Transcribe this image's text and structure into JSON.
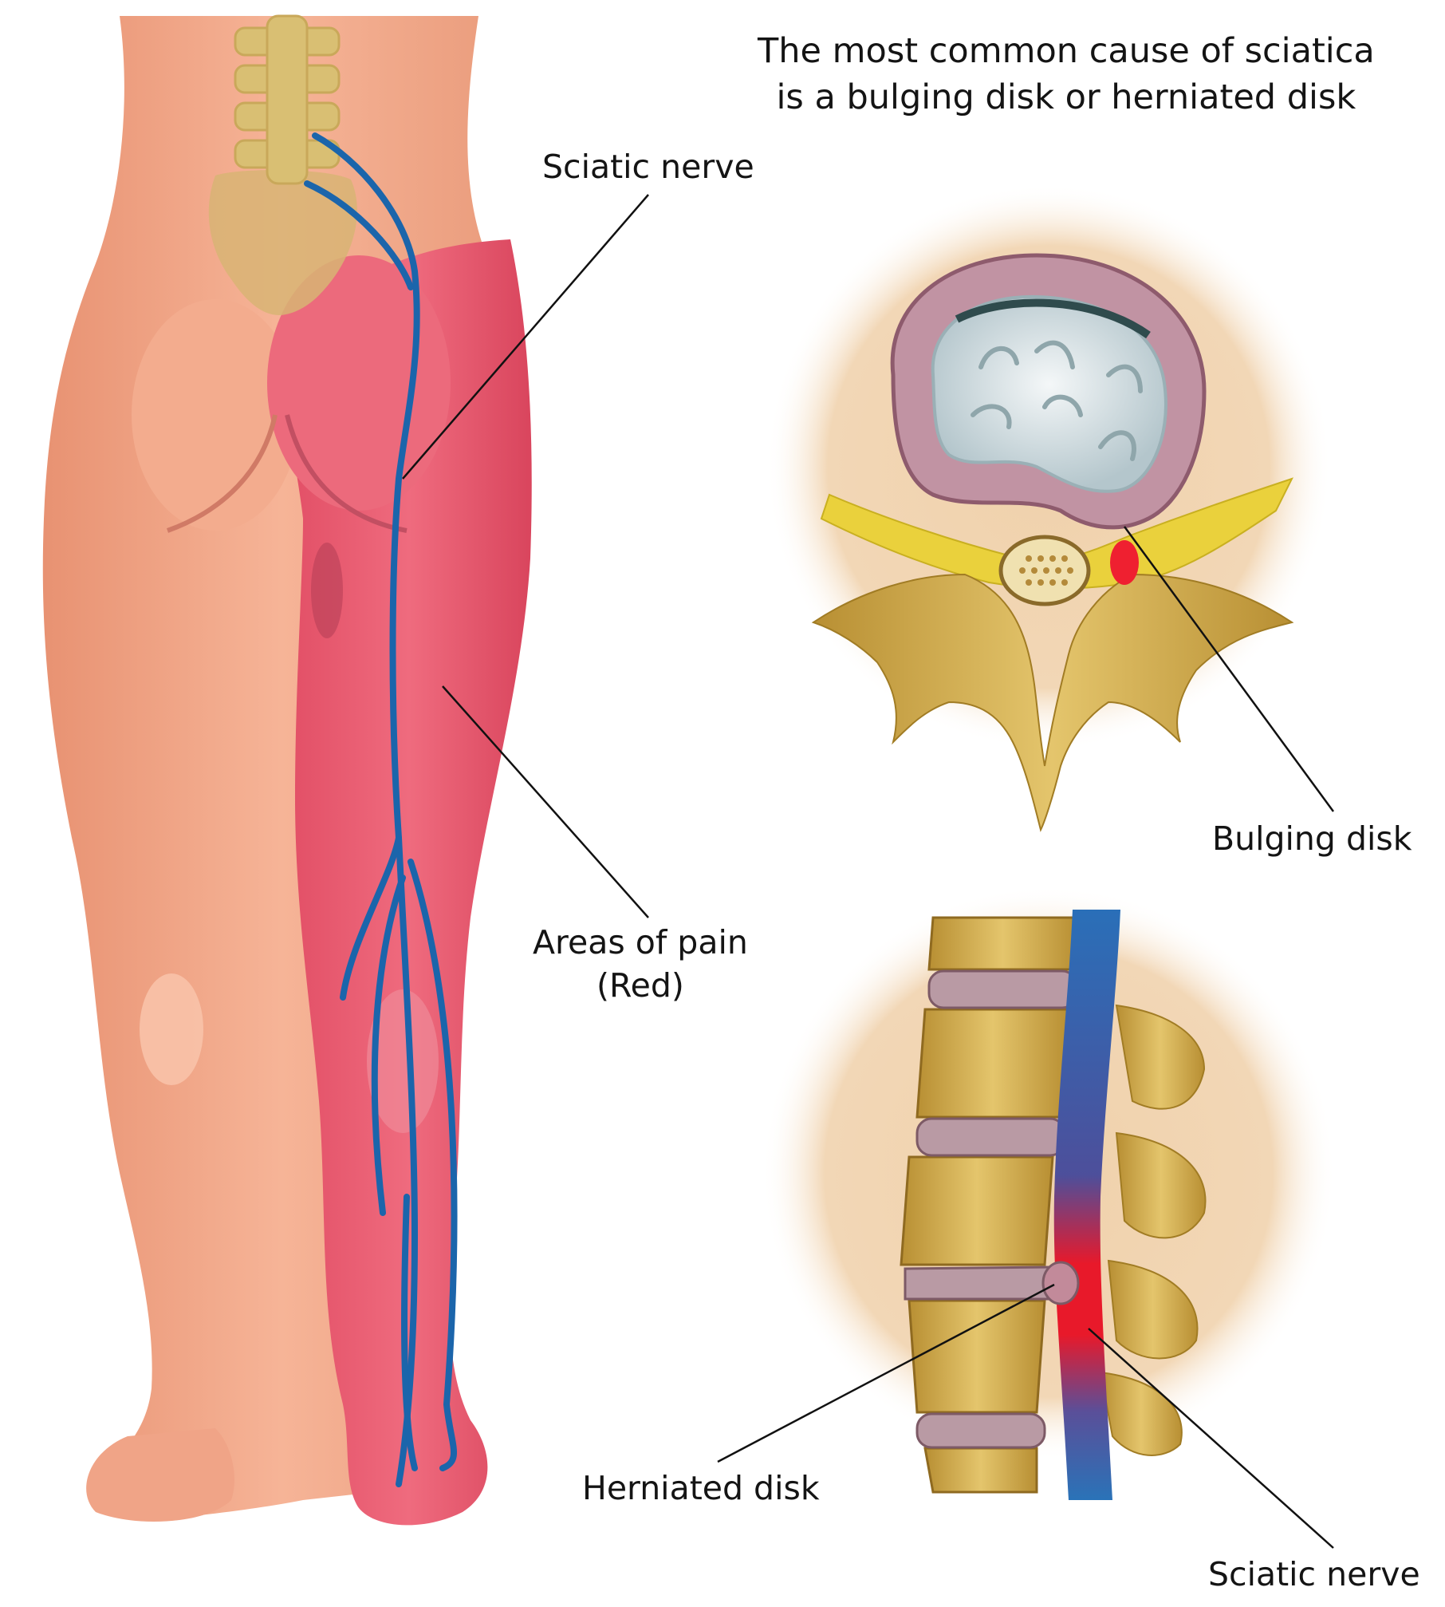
{
  "title": {
    "line1": "The most common cause of sciatica",
    "line2": "is a bulging disk or herniated disk"
  },
  "labels": {
    "sciatic_nerve_top": "Sciatic nerve",
    "areas_of_pain_line1": "Areas of pain",
    "areas_of_pain_line2": "(Red)",
    "bulging_disk": "Bulging disk",
    "herniated_disk": "Herniated disk",
    "sciatic_nerve_bottom": "Sciatic nerve"
  },
  "colors": {
    "skin": "#f2a787",
    "pain_red": "#e8586e",
    "nerve_blue": "#1e64a8",
    "bone": "#d9b75a",
    "inset_bg": "#f1d3ad",
    "disk": "#b98a9a",
    "spinal_nerve": "#e9d23a"
  }
}
